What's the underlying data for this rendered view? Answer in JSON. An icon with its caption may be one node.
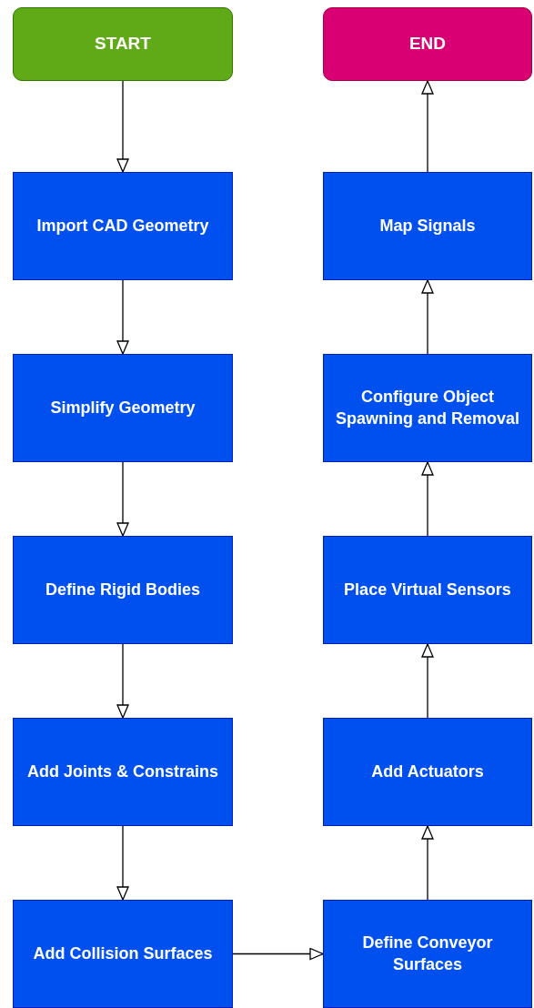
{
  "diagram": {
    "nodes": [
      {
        "text": [
          "START"
        ]
      },
      {
        "text": [
          "Import CAD Geometry"
        ]
      },
      {
        "text": [
          "Simplify Geometry"
        ]
      },
      {
        "text": [
          "Define Rigid Bodies"
        ]
      },
      {
        "text": [
          "Add Joints & Constrains"
        ]
      },
      {
        "text": [
          "Add Collision Surfaces"
        ]
      },
      {
        "text": [
          "Define Conveyor Surfaces"
        ]
      },
      {
        "text": [
          "Add Actuators"
        ]
      },
      {
        "text": [
          "Place Virtual Sensors"
        ]
      },
      {
        "text": [
          "Configure Object Spawning and Removal"
        ]
      },
      {
        "text": [
          "Map Signals"
        ]
      },
      {
        "text": [
          "END"
        ]
      }
    ],
    "edges": [
      {
        "from": 0,
        "to": 1,
        "arrow": "to"
      },
      {
        "from": 1,
        "to": 2,
        "arrow": "to"
      },
      {
        "from": 2,
        "to": 3,
        "arrow": "to"
      },
      {
        "from": 3,
        "to": 4,
        "arrow": "to"
      },
      {
        "from": 4,
        "to": 5,
        "arrow": "to"
      },
      {
        "from": 5,
        "to": 6,
        "arrow": "to"
      },
      {
        "from": 6,
        "to": 7,
        "arrow": "to"
      },
      {
        "from": 7,
        "to": 8,
        "arrow": "to"
      },
      {
        "from": 8,
        "to": 9,
        "arrow": "to"
      },
      {
        "from": 9,
        "to": 10,
        "arrow": "to"
      },
      {
        "from": 10,
        "to": 11,
        "arrow": "to"
      }
    ]
  }
}
